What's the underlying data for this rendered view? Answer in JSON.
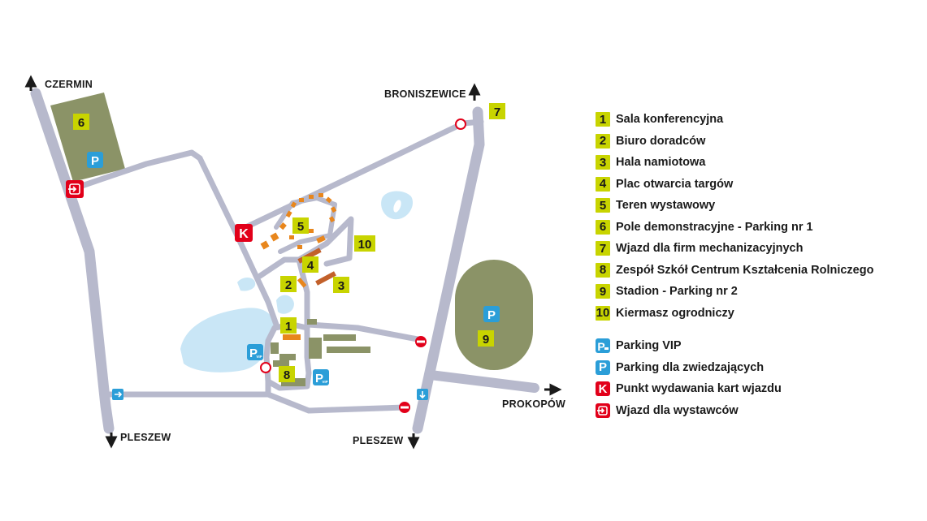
{
  "map": {
    "directions": {
      "czermin": "CZERMIN",
      "broniszewice": "BRONISZEWICE",
      "pleszew_left": "PLESZEW",
      "pleszew_bottom": "PLESZEW",
      "prokopow": "PROKOPÓW"
    },
    "markers": {
      "m1": "1",
      "m2": "2",
      "m3": "3",
      "m4": "4",
      "m5": "5",
      "m6": "6",
      "m7": "7",
      "m8": "8",
      "m9": "9",
      "m10": "10"
    },
    "icons": {
      "parking_letter": "P",
      "vip_letter": "P",
      "vip_sub": "VIP",
      "card_letter": "K"
    },
    "colors": {
      "road": "#b7b9cc",
      "field": "#8b9367",
      "water": "#c9e6f6",
      "badge": "#c8d400",
      "orange": "#e8861c",
      "building": "#8b9367",
      "blue": "#2b9ed8",
      "red": "#e2001a"
    }
  },
  "legend": {
    "numbered": [
      {
        "num": "1",
        "label": "Sala konferencyjna"
      },
      {
        "num": "2",
        "label": "Biuro doradców"
      },
      {
        "num": "3",
        "label": "Hala namiotowa"
      },
      {
        "num": "4",
        "label": "Plac otwarcia targów"
      },
      {
        "num": "5",
        "label": "Teren wystawowy"
      },
      {
        "num": "6",
        "label": "Pole demonstracyjne - Parking nr 1"
      },
      {
        "num": "7",
        "label": "Wjazd dla firm mechanizacyjnych"
      },
      {
        "num": "8",
        "label": "Zespół Szkół Centrum Kształcenia Rolniczego"
      },
      {
        "num": "9",
        "label": "Stadion - Parking nr 2"
      },
      {
        "num": "10",
        "label": "Kiermasz ogrodniczy"
      }
    ],
    "symbols": [
      {
        "icon": "vip-parking-icon",
        "letter": "P",
        "label": "Parking VIP"
      },
      {
        "icon": "parking-icon",
        "letter": "P",
        "label": "Parking dla zwiedzających"
      },
      {
        "icon": "card-point-icon",
        "letter": "K",
        "label": "Punkt wydawania kart wjazdu"
      },
      {
        "icon": "exhibitor-entry-icon",
        "letter": "",
        "label": "Wjazd dla wystawców"
      }
    ]
  }
}
